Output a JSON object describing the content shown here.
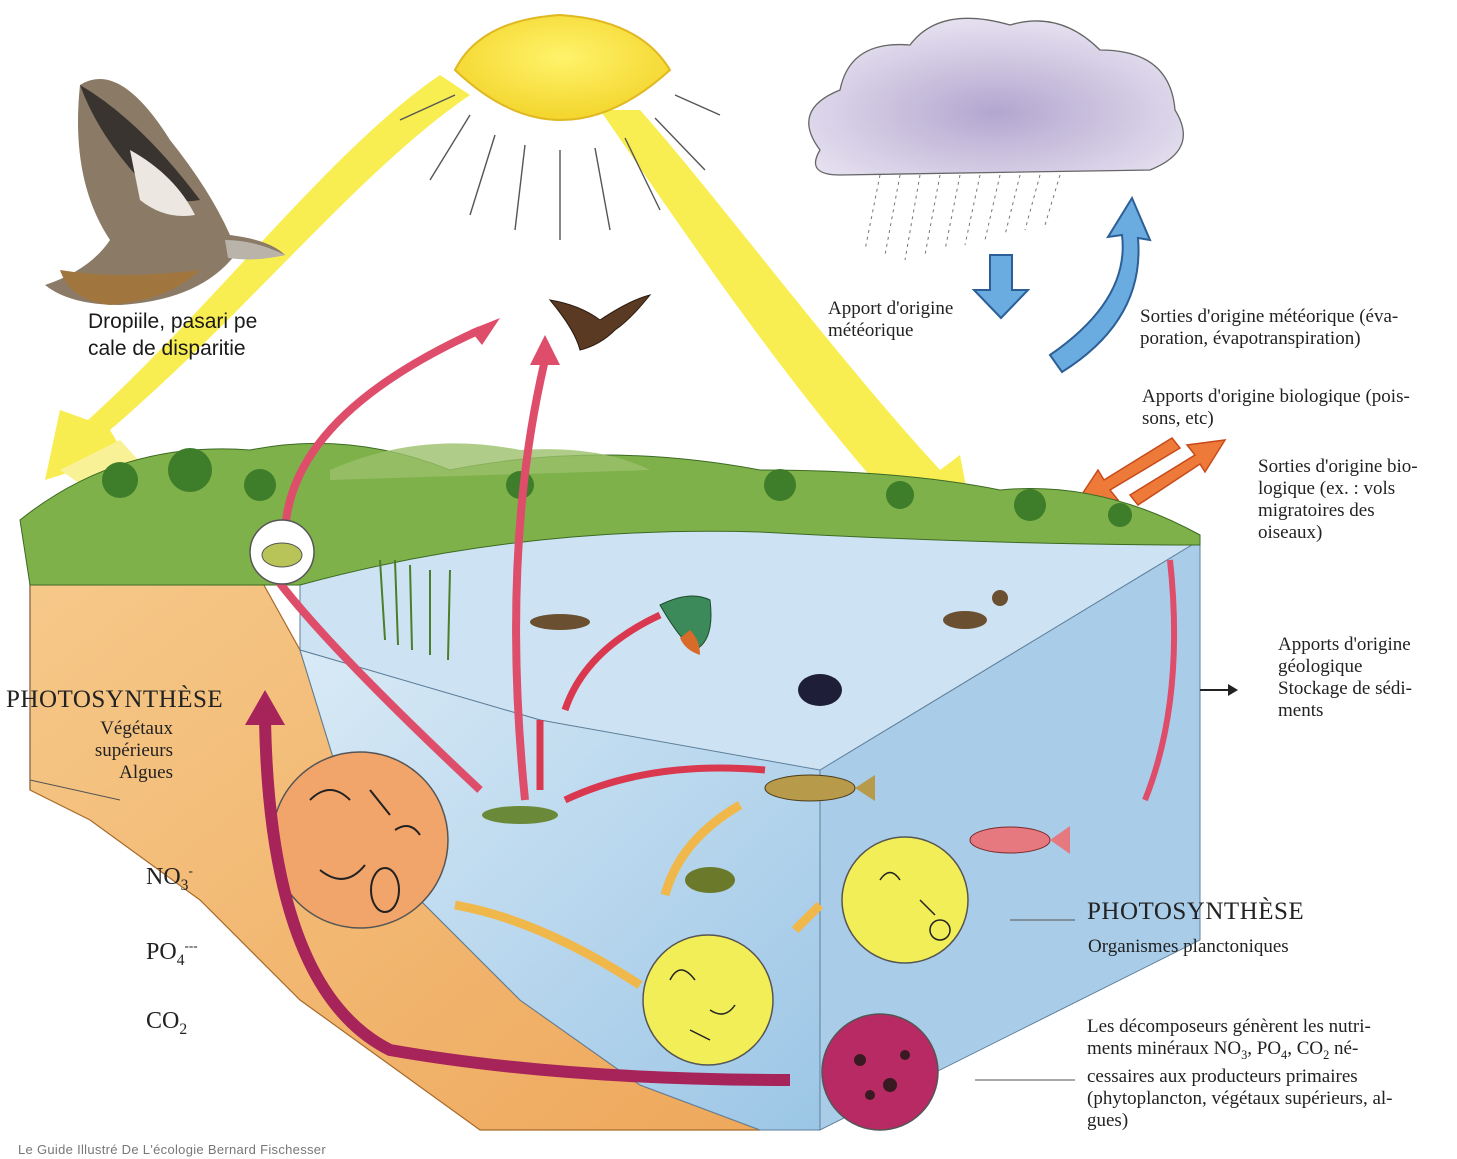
{
  "caption": {
    "text": "Dropiile, pasari pe\ncale de disparitie"
  },
  "credit": {
    "text": "Le Guide Illustré De L'écologie Bernard Fischesser"
  },
  "labels": {
    "meteor_in": "Apport d'origine\nmétéorique",
    "meteor_out": "Sorties d'origine météorique (éva-\nporation, évapotranspiration)",
    "bio_in": "Apports d'origine biologique (pois-\nsons, etc)",
    "bio_out": "Sorties d'origine bio-\nlogique (ex. : vols\nmigratoires des\noiseaux)",
    "geo": "Apports d'origine\ngéologique\nStockage de sédi-\nments",
    "photo_left_title": "PHOTOSYNTHÈSE",
    "photo_left_sub": "Végétaux supérieurs\nAlgues",
    "photo_right_title": "PHOTOSYNTHÈSE",
    "photo_right_sub": "Organismes planctoniques",
    "decomposers_a": "Les décomposeurs génèrent les nutri-\nments minéraux NO",
    "decomposers_b": ", PO",
    "decomposers_c": ", CO",
    "decomposers_d": " né-\ncessaires aux producteurs primaires\n(phytoplancton, végétaux supérieurs, al-\ngues)",
    "no3": "NO",
    "po4": "PO",
    "co2": "CO",
    "sub3": "3",
    "sub4": "4",
    "sub2": "2",
    "sup_minus": "-",
    "sup_triple": "---"
  },
  "colors": {
    "sun": "#f7ea3a",
    "water": "#bcd8ee",
    "soil": "#f2b067",
    "vegetation": "#6aa23c",
    "red_arrow": "#d9384f",
    "purple_arrow": "#a6245a",
    "orange_arrow": "#ee7a3a",
    "blue_arrow": "#5aa3dc",
    "plankton_circle": "#f2ee58",
    "decomposer_circle": "#b82a63"
  },
  "icons": [
    "bird-photo",
    "sun-icon",
    "rain-cloud-icon",
    "frog-icon",
    "fish-icon",
    "duck-icon",
    "eagle-icon",
    "kingfisher-icon",
    "insect-circle",
    "plankton-circle",
    "decomposer-circle"
  ]
}
